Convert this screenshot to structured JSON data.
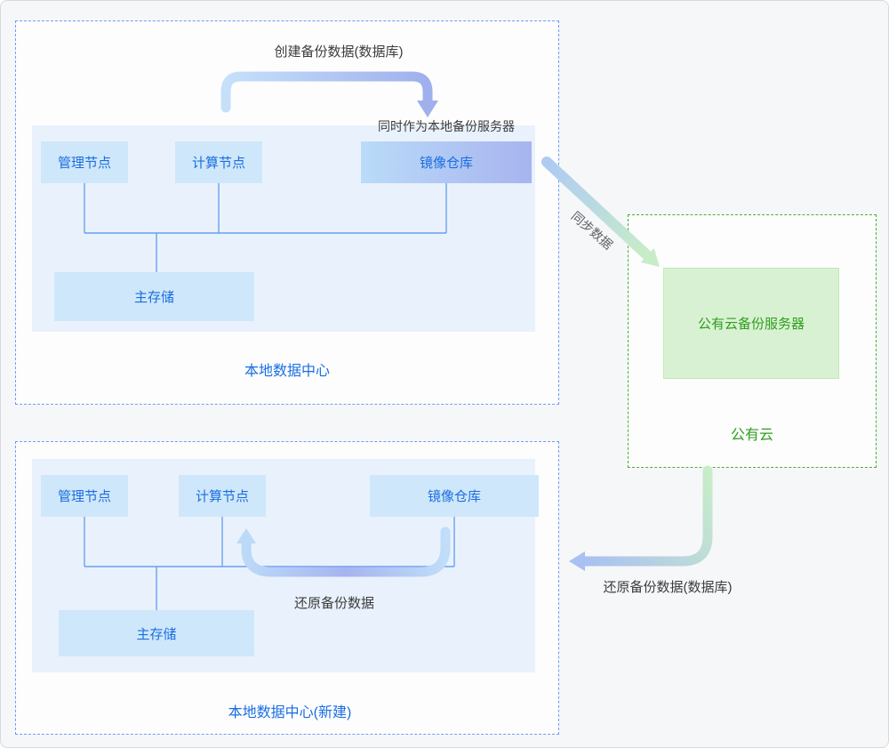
{
  "diagram": {
    "top_datacenter": {
      "title": "本地数据中心",
      "create_backup_label": "创建备份数据(数据库)",
      "mirror_note": "同时作为本地备份服务器",
      "nodes": {
        "management": "管理节点",
        "compute": "计算节点",
        "mirror_repo": "镜像仓库",
        "main_storage": "主存储"
      }
    },
    "public_cloud": {
      "title": "公有云",
      "backup_server": "公有云备份服务器"
    },
    "bottom_datacenter": {
      "title": "本地数据中心(新建)",
      "restore_inner_label": "还原备份数据",
      "nodes": {
        "management": "管理节点",
        "compute": "计算节点",
        "mirror_repo": "镜像仓库",
        "main_storage": "主存储"
      }
    },
    "flows": {
      "sync_label": "同步数据",
      "restore_label": "还原备份数据(数据库)"
    },
    "colors": {
      "blue_border": "#6f9bf5",
      "blue_text": "#1a6ee0",
      "node_fill": "#cfe7fa",
      "panel_fill": "#e9f2fc",
      "green_border": "#49b02f",
      "green_text": "#2f9e1d",
      "green_fill": "#d9f1d3",
      "arrow_blue": "#9fb0ed",
      "arrow_lightblue": "#bcdcf8",
      "arrow_green": "#c8ecc8"
    }
  }
}
